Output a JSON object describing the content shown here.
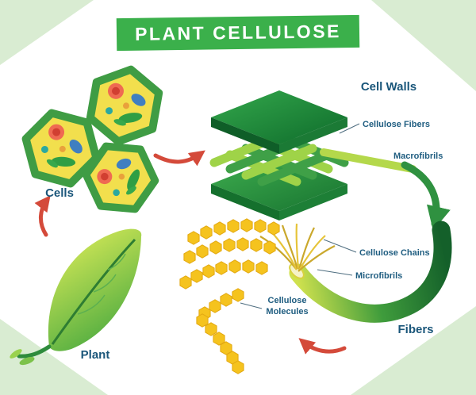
{
  "title": {
    "text": "PLANT CELLULOSE"
  },
  "labels": {
    "cells": "Cells",
    "cell_walls": "Cell Walls",
    "cellulose_fibers": "Cellulose Fibers",
    "macrofibrils": "Macrofibrils",
    "cellulose_chains": "Cellulose Chains",
    "microfibrils": "Microfibrils",
    "cellulose_molecules_line1": "Cellulose",
    "cellulose_molecules_line2": "Molecules",
    "fibers": "Fibers",
    "plant": "Plant"
  },
  "colors": {
    "banner_green": "#3bb04b",
    "title_text": "#ffffff",
    "label_blue": "#1a567a",
    "corner_green": "#d9ecd2",
    "cell_border_green": "#3f9c44",
    "cell_fill_yellow": "#f2df4d",
    "arrow_red": "#d44a3a",
    "arrow_green": "#2f9140",
    "hexagon_yellow": "#f5c31e",
    "leaf_light": "#d6e957",
    "leaf_dark": "#46a83f"
  }
}
